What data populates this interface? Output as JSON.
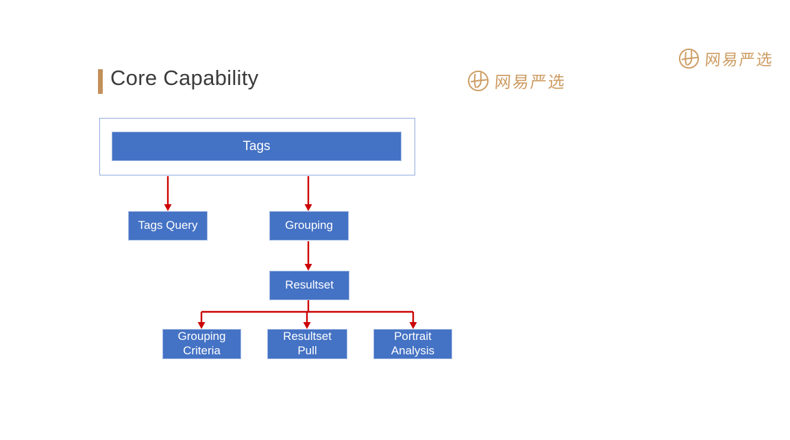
{
  "page": {
    "title": "Core Capability"
  },
  "brand": {
    "name": "网易严选"
  },
  "flowchart": {
    "root": {
      "label": "Tags"
    },
    "root_children": [
      {
        "label": "Tags Query"
      },
      {
        "label": "Grouping"
      }
    ],
    "grouping_child": {
      "label": "Resultset"
    },
    "resultset_children": [
      {
        "label": "Grouping Criteria"
      },
      {
        "label": "Resultset Pull"
      },
      {
        "label": "Portrait Analysis"
      }
    ],
    "edges": [
      "Tags -> Tags Query",
      "Tags -> Grouping",
      "Grouping -> Resultset",
      "Resultset -> Grouping Criteria",
      "Resultset -> Resultset Pull",
      "Resultset -> Portrait Analysis"
    ]
  },
  "colors": {
    "node_fill": "#4472C4",
    "node_border": "#A9BEE6",
    "container_border": "#8FAADC",
    "arrow_red": "#CC0000",
    "accent_tan": "#C2905A",
    "logo_tan": "#CD9C63",
    "title_text": "#3B3B3B",
    "background": "#FFFFFF"
  }
}
